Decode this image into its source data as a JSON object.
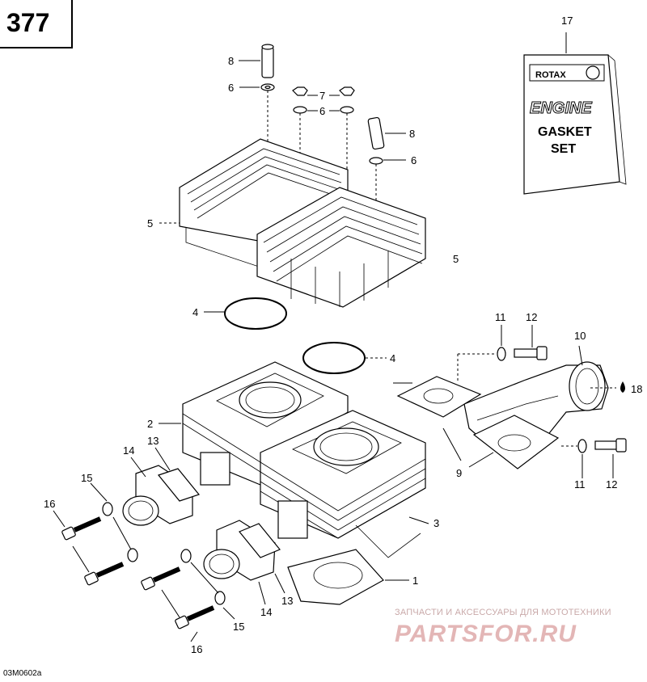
{
  "page": {
    "number": "377",
    "drawing_code": "03M0602a"
  },
  "kit": {
    "brand": "ROTAX",
    "line1": "ENGINE",
    "line2": "GASKET",
    "line3": "SET"
  },
  "callouts": {
    "c17": "17",
    "c8a": "8",
    "c6a": "6",
    "c7": "7",
    "c6b": "6",
    "c8b": "8",
    "c6c": "6",
    "c5a": "5",
    "c5b": "5",
    "c4a": "4",
    "c4b": "4",
    "c11a": "11",
    "c12a": "12",
    "c10": "10",
    "c18": "18",
    "c2": "2",
    "c13a": "13",
    "c14a": "14",
    "c15a": "15",
    "c16a": "16",
    "c3": "3",
    "c9": "9",
    "c11b": "11",
    "c12b": "12",
    "c1": "1",
    "c13b": "13",
    "c14b": "14",
    "c15b": "15",
    "c16b": "16"
  },
  "watermark": {
    "tagline": "ЗАПЧАСТИ И АКСЕССУАРЫ ДЛЯ МОТОТЕХНИКИ",
    "logo": "PARTSFOR.RU"
  }
}
